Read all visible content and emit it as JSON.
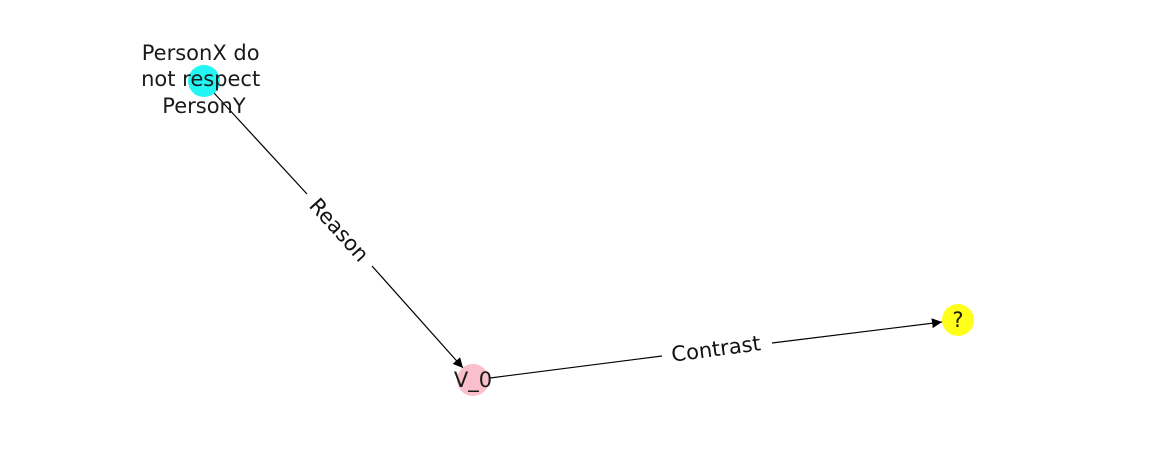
{
  "nodes": [
    {
      "id": "n1",
      "label_lines": [
        "PersonX do",
        "not respect",
        "PersonY"
      ],
      "color": "#22f5f2"
    },
    {
      "id": "n2",
      "label_lines": [
        "V_0"
      ],
      "color": "#f9c0cb"
    },
    {
      "id": "n3",
      "label_lines": [
        "?"
      ],
      "color": "#ffff1a"
    }
  ],
  "edges": [
    {
      "from": "n1",
      "to": "n2",
      "label": "Reason"
    },
    {
      "from": "n2",
      "to": "n3",
      "label": "Contrast"
    }
  ]
}
